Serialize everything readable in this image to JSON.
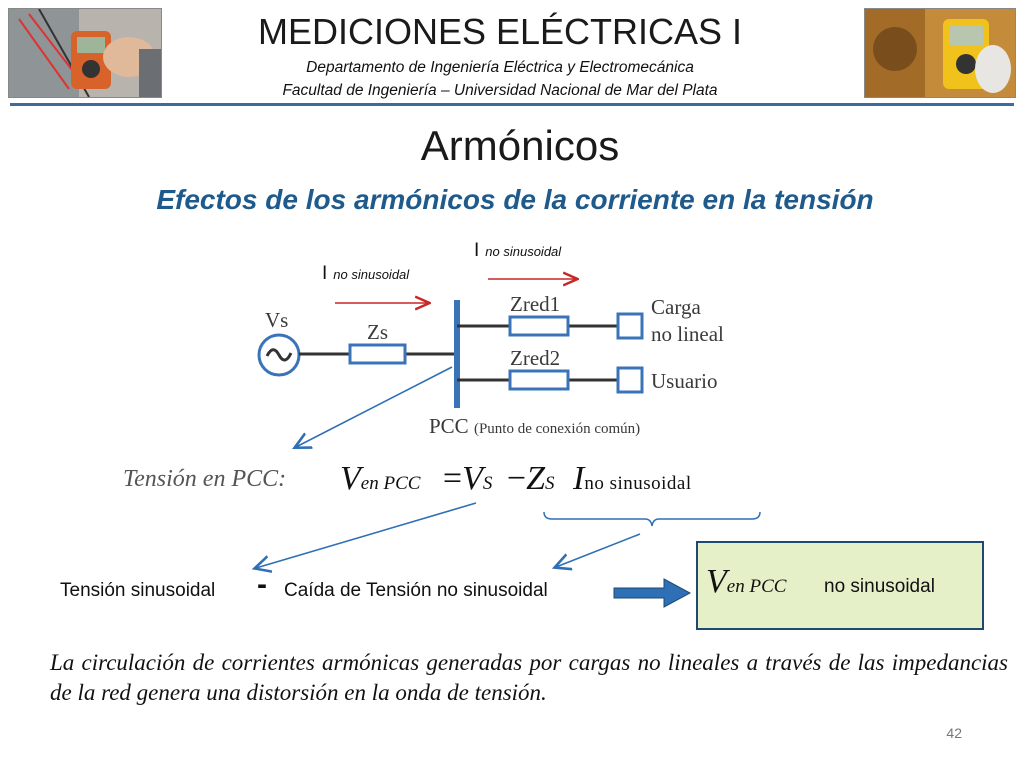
{
  "header": {
    "title": "MEDICIONES ELÉCTRICAS I",
    "department": "Departamento de Ingeniería Eléctrica y Electromecánica",
    "faculty": "Facultad de Ingeniería – Universidad Nacional de Mar del Plata",
    "rule_color": "#3d6b9c"
  },
  "slide": {
    "title": "Armónicos",
    "subtitle": "Efectos de los armónicos de la corriente en la tensión",
    "accent_color": "#1f5a8c"
  },
  "circuit": {
    "current_label_1": {
      "symbol": "I",
      "sub": "no  sinusoidal"
    },
    "current_label_2": {
      "symbol": "I",
      "sub": "no  sinusoidal"
    },
    "source_label": "Vs",
    "zs_label": "Zs",
    "zred1_label": "Zred1",
    "zred2_label": "Zred2",
    "load1_line1": "Carga",
    "load1_line2": "no lineal",
    "load2_label": "Usuario",
    "pcc_label": "PCC",
    "pcc_note": "(Punto de conexión común)",
    "wire_color": "#333333",
    "bus_color": "#3b73b9",
    "arrow_color": "#c62828"
  },
  "equation": {
    "label": "Tensión en PCC:",
    "lhs": "V",
    "lhs_sub": "en PCC",
    "eq": "=",
    "vs": "V",
    "vs_sub": "S",
    "minus": "−",
    "zs": "Z",
    "zs_sub": "S",
    "i": "I",
    "i_sub": "no sinusoidal"
  },
  "breakdown": {
    "part1": "Tensión sinusoidal",
    "minus": "-",
    "part2": "Caída de Tensión no sinusoidal"
  },
  "result": {
    "v": "V",
    "v_sub": "en PCC",
    "text": "no sinusoidal",
    "box_fill": "#e6f0c8",
    "box_border": "#1e4a72"
  },
  "paragraph": "La circulación de corrientes armónicas generadas por cargas no lineales a través de las impedancias de la red genera una distorsión en la onda de tensión.",
  "page_number": "42"
}
